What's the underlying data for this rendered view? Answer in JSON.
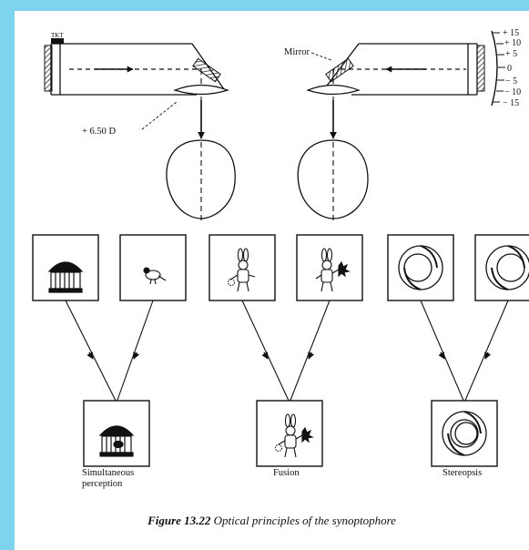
{
  "figure": {
    "caption_number": "Figure 13.22",
    "caption_text": "Optical principles of the synoptophore"
  },
  "instrument": {
    "slide_tag": "TKT",
    "lens_power_label": "+ 6.50 D",
    "mirror_label": "Mirror",
    "scale_ticks": [
      "+ 15",
      "+ 10",
      "+ 5",
      "0",
      "− 5",
      "− 10",
      "− 15"
    ]
  },
  "grades": [
    {
      "label": "Simultaneous perception"
    },
    {
      "label": "Fusion"
    },
    {
      "label": "Stereopsis"
    }
  ]
}
